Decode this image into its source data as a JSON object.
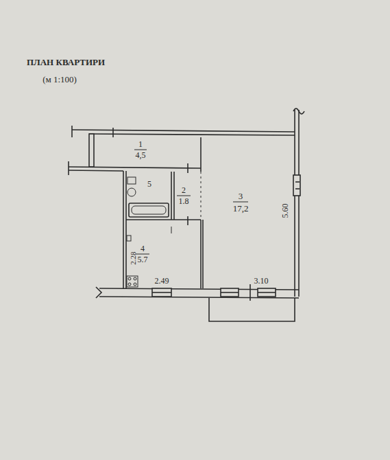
{
  "diagram": {
    "title": "ПЛАН КВАРТИРИ",
    "labels": [
      "(м 1:100)",
      "1",
      "4,5",
      "5",
      "2",
      "1.8",
      "3",
      "17,2",
      "4",
      "5.7",
      "2.28",
      "2.49",
      "3.10",
      "5.60"
    ]
  }
}
